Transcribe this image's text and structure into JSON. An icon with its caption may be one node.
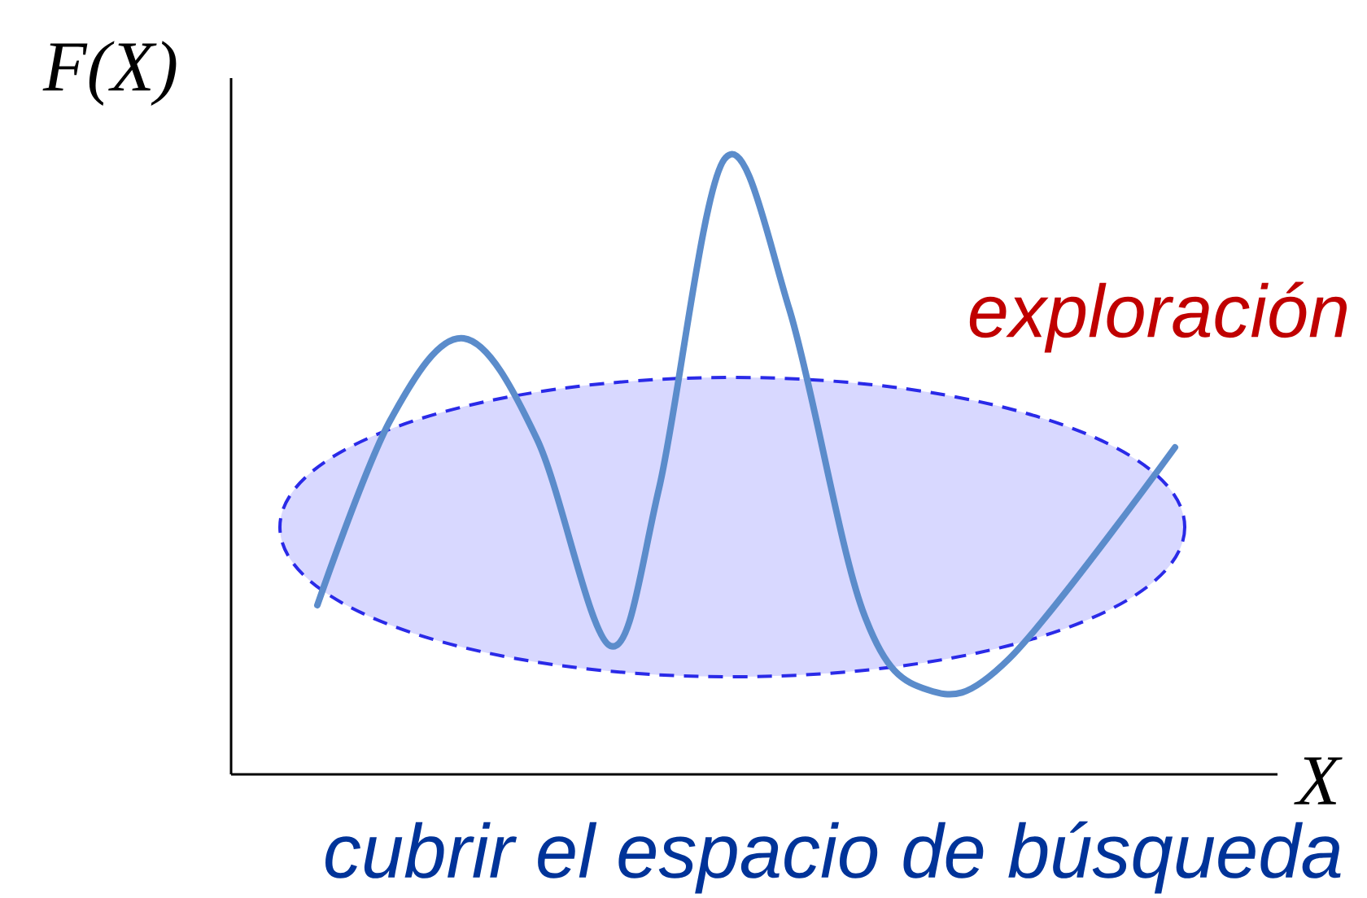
{
  "diagram": {
    "labels": [
      "F(X)",
      "exploración",
      "X",
      "cubrir el espacio de búsqueda"
    ]
  }
}
